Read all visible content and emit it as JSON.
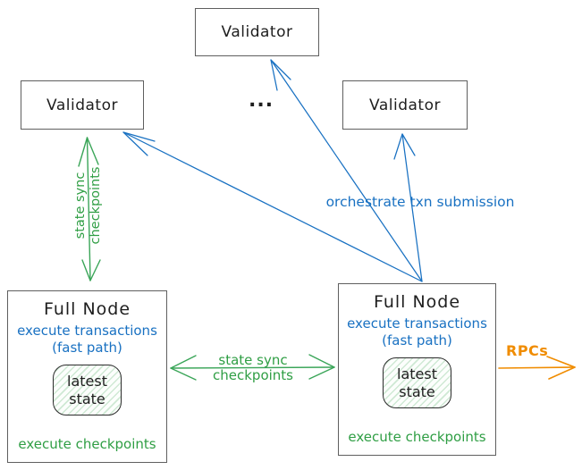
{
  "colors": {
    "blue": "#1971c2",
    "green_text": "#2f9e44",
    "green_arrow": "#3aa558",
    "orange": "#f08c00",
    "ink": "#1e1e1e",
    "box_border": "#5f5f5f",
    "state_border": "#2b2b2b"
  },
  "validators": {
    "top": "Validator",
    "left": "Validator",
    "right": "Validator"
  },
  "ellipsis": "...",
  "full_node_left": {
    "title": "Full Node",
    "exec1": "execute transactions",
    "exec2": "(fast path)",
    "state1": "latest",
    "state2": "state",
    "footer": "execute checkpoints"
  },
  "full_node_right": {
    "title": "Full Node",
    "exec1": "execute transactions",
    "exec2": "(fast path)",
    "state1": "latest",
    "state2": "state",
    "footer": "execute checkpoints"
  },
  "labels": {
    "vertical_sync1": "state sync",
    "vertical_sync2": "checkpoints",
    "horizontal_sync1": "state sync",
    "horizontal_sync2": "checkpoints",
    "orchestrate": "orchestrate txn submission",
    "rpcs": "RPCs"
  }
}
